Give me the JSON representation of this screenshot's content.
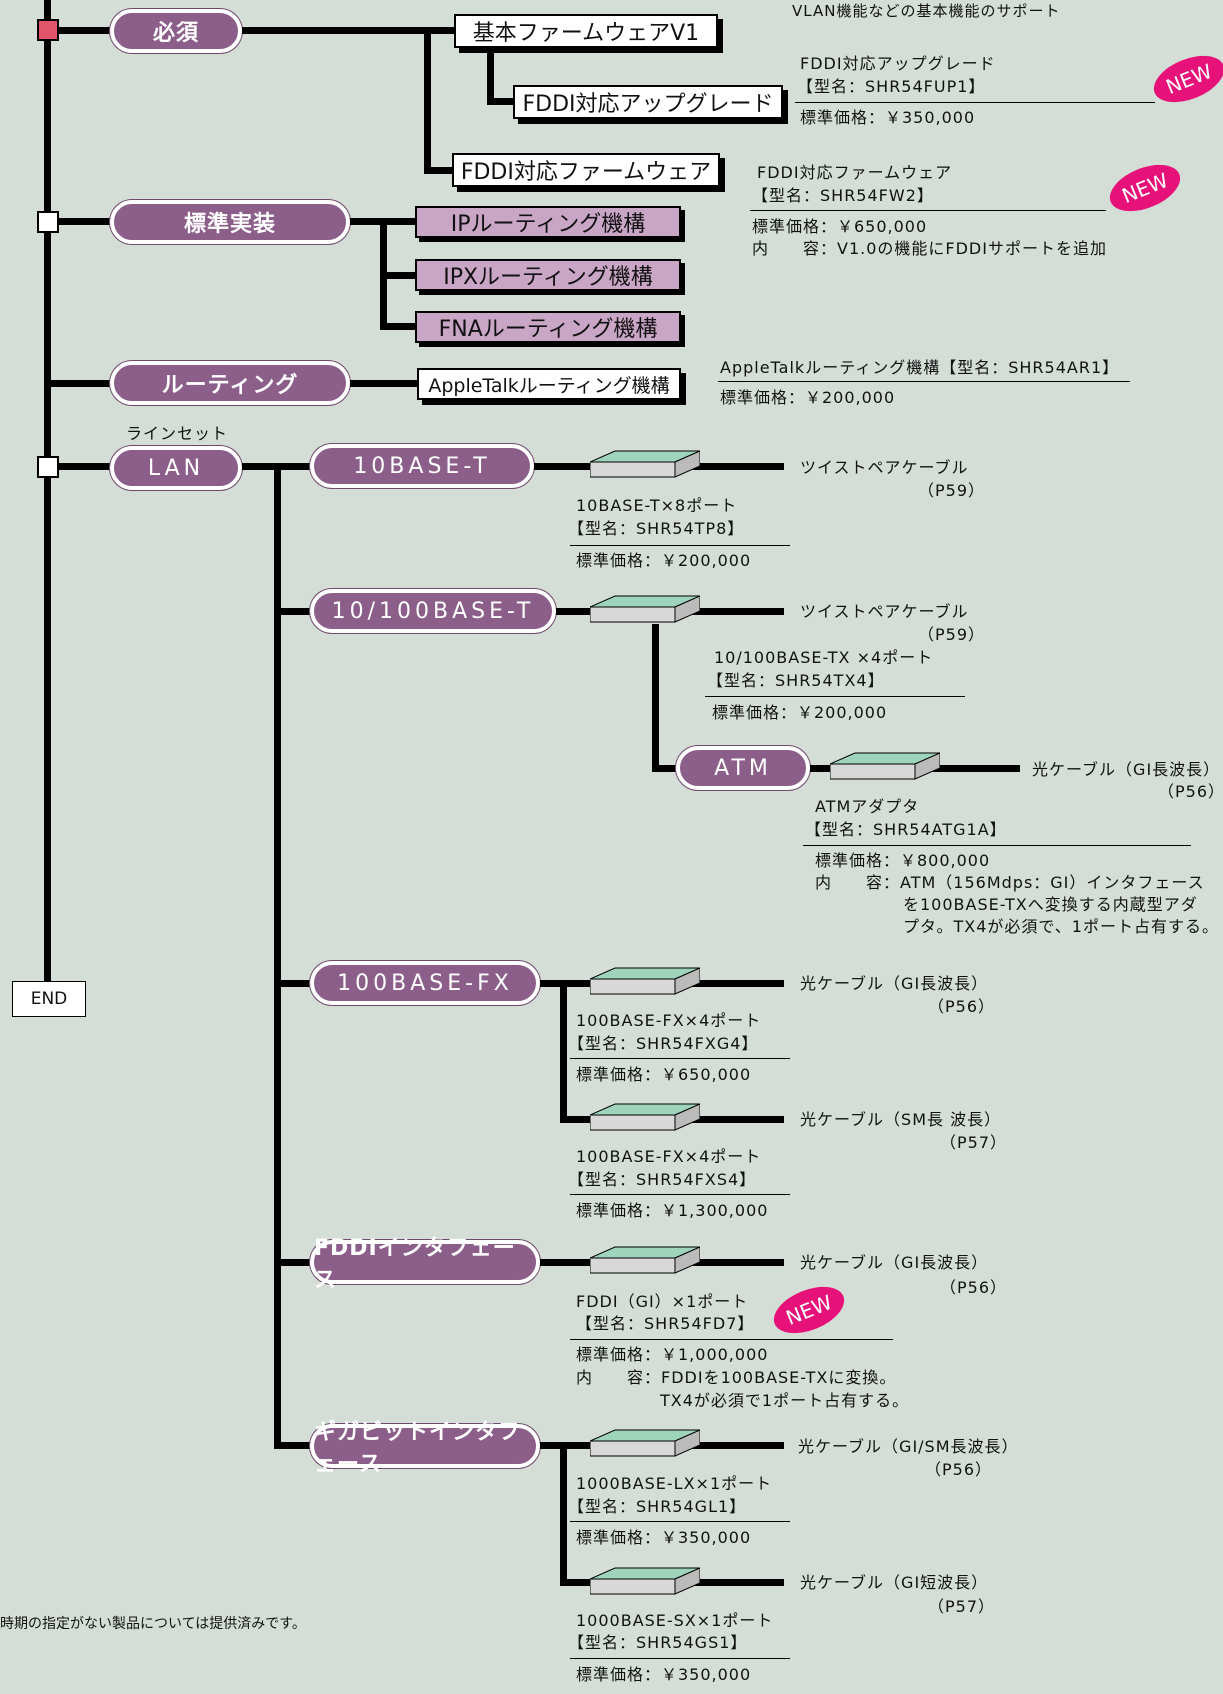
{
  "categories": {
    "required": "必須",
    "standard": "標準実装",
    "routing": "ルーティング",
    "lan": "LAN",
    "lineset": "ラインセット",
    "end": "END"
  },
  "firmware": {
    "base_box": "基本ファームウェアV1",
    "base_desc": "VLAN機能などの基本機能のサポート",
    "fddi_up_box": "FDDI対応アップグレード",
    "fddi_up_name": "FDDI対応アップグレード",
    "fddi_up_model": "【型名：SHR54FUP1】",
    "fddi_up_price": "標準価格：￥350,000",
    "fddi_fw_box": "FDDI対応ファームウェア",
    "fddi_fw_name": "FDDI対応ファームウェア",
    "fddi_fw_model": "【型名：SHR54FW2】",
    "fddi_fw_price": "標準価格：￥650,000",
    "fddi_fw_content": "内　　容：V1.0の機能にFDDIサポートを追加"
  },
  "standard_items": [
    "IPルーティング機構",
    "IPXルーティング機構",
    "FNAルーティング機構"
  ],
  "routing": {
    "box": "AppleTalkルーティング機構",
    "name": "AppleTalkルーティング機構【型名：SHR54AR1】",
    "price": "標準価格：￥200,000"
  },
  "lan": {
    "tp": {
      "pill": "10BASE-T",
      "cable": "ツイストペアケーブル",
      "page": "（P59）",
      "name": "10BASE-T×8ポート",
      "model": "【型名：SHR54TP8】",
      "price": "標準価格：￥200,000"
    },
    "tx": {
      "pill": "10/100BASE-T",
      "cable": "ツイストペアケーブル",
      "page": "（P59）",
      "name": "10/100BASE-TX ×4ポート",
      "model": "【型名：SHR54TX4】",
      "price": "標準価格：￥200,000"
    },
    "atm": {
      "pill": "ATM",
      "cable": "光ケーブル（GI長波長）",
      "page": "（P56）",
      "name": "ATMアダプタ",
      "model": "【型名：SHR54ATG1A】",
      "price": "標準価格：￥800,000",
      "content1": "内　　容：ATM（156Mdps：GI）インタフェース",
      "content2": "を100BASE-TXへ変換する内蔵型アダ",
      "content3": "プタ。TX4が必須で、1ポート占有する。"
    },
    "fx": {
      "pill": "100BASE-FX",
      "a_cable": "光ケーブル（GI長波長）",
      "a_page": "（P56）",
      "a_name": "100BASE-FX×4ポート",
      "a_model": "【型名：SHR54FXG4】",
      "a_price": "標準価格：￥650,000",
      "b_cable": "光ケーブル（SM長 波長）",
      "b_page": "（P57）",
      "b_name": "100BASE-FX×4ポート",
      "b_model": "【型名：SHR54FXS4】",
      "b_price": "標準価格：￥1,300,000"
    },
    "fddi": {
      "pill": "FDDIインタフェース",
      "cable": "光ケーブル（GI長波長）",
      "page": "（P56）",
      "name": "FDDI（GI）×1ポート",
      "model": "【型名：SHR54FD7】",
      "price": "標準価格：￥1,000,000",
      "content1": "内　　容：FDDIを100BASE-TXに変換。",
      "content2": "TX4が必須で1ポート占有する。"
    },
    "giga": {
      "pill": "ギガビットインタフェース",
      "a_cable": "光ケーブル（GI/SM長波長）",
      "a_page": "（P56）",
      "a_name": "1000BASE-LX×1ポート",
      "a_model": "【型名：SHR54GL1】",
      "a_price": "標準価格：￥350,000",
      "b_cable": "光ケーブル（GI短波長）",
      "b_page": "（P57）",
      "b_name": "1000BASE-SX×1ポート",
      "b_model": "【型名：SHR54GS1】",
      "b_price": "標準価格：￥350,000"
    }
  },
  "new_badge": "NEW",
  "footnote": "時期の指定がない製品については提供済みです。"
}
